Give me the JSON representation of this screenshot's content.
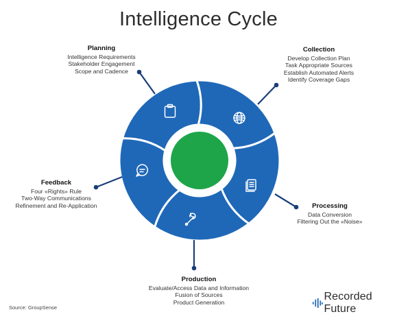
{
  "title": "Intelligence Cycle",
  "stages": {
    "planning": {
      "title": "Planning",
      "items": [
        "Intelligence Requirements",
        "Stakeholder Engagement",
        "Scope and Cadence"
      ]
    },
    "collection": {
      "title": "Collection",
      "items": [
        "Develop Collection Plan",
        "Task Appropriate Sources",
        "Establish Automated Alerts",
        "Identify Coverage Gaps"
      ]
    },
    "processing": {
      "title": "Processing",
      "items": [
        "Data Conversion",
        "Filtering Out the «Noise»"
      ]
    },
    "production": {
      "title": "Production",
      "items": [
        "Evaluate/Access Data and Information",
        "Fusion of Sources",
        "Product Generation"
      ]
    },
    "feedback": {
      "title": "Feedback",
      "items": [
        "Four «Rights» Rule",
        "Two-Way Communications",
        "Refinement and Re-Application"
      ]
    }
  },
  "icons": {
    "planning": "clipboard-icon",
    "collection": "globe-icon",
    "processing": "document-icon",
    "production": "wrench-icon",
    "feedback": "chat-bubble-icon"
  },
  "colors": {
    "segment": "#1f68b8",
    "segment_stroke": "#ffffff",
    "center": "#1ea54a",
    "connector": "#1a3e78",
    "brand_icon": "#1f68b8"
  },
  "source": "Source: GroupSense",
  "brand": "Recorded Future"
}
